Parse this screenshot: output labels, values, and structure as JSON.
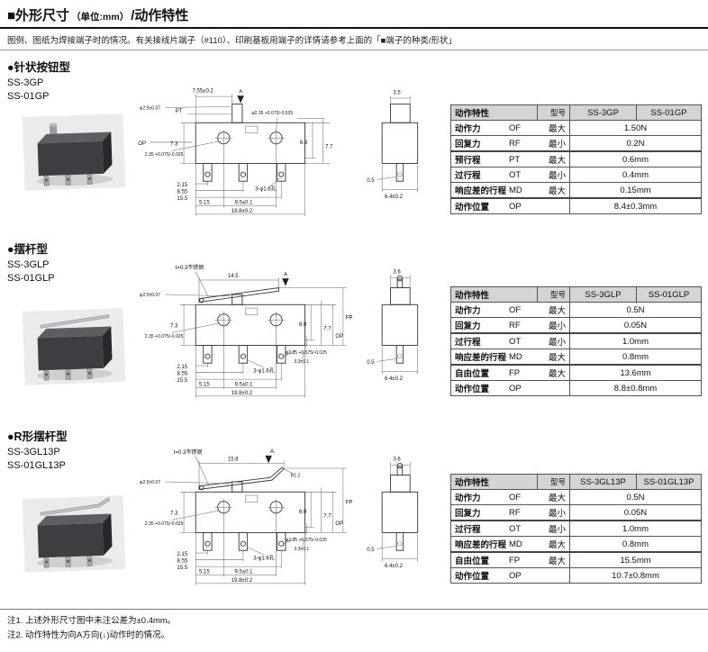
{
  "header": {
    "title": "■外形尺寸",
    "unit": "（单位:mm）",
    "suffix": "/动作特性",
    "intro": "图例、图纸为焊接端子时的情况。有关接线片端子（#110）、印刷基板用端子的详情请参考上面的「■端子的种类/形状」"
  },
  "table_labels": {
    "feature": "动作特性",
    "model": "型号"
  },
  "notes": [
    "注1. 上述外形尺寸图中未注公差为±0.4mm。",
    "注2. 动作特性为向A方向(↓)动作时的情况。"
  ],
  "sections": [
    {
      "heading": "●针状按钮型",
      "model1": "SS-3GP",
      "model2": "SS-01GP",
      "table": {
        "models": [
          "SS-3GP",
          "SS-01GP"
        ],
        "rows": [
          {
            "name": "动作力",
            "abbr": "OF",
            "limit": "最大",
            "value": "1.50N"
          },
          {
            "name": "回复力",
            "abbr": "RF",
            "limit": "最小",
            "value": "0.2N"
          },
          {
            "name": "预行程",
            "abbr": "PT",
            "limit": "最大",
            "value": "0.6mm"
          },
          {
            "name": "过行程",
            "abbr": "OT",
            "limit": "最小",
            "value": "0.4mm"
          },
          {
            "name": "响应差的行程",
            "abbr": "MD",
            "limit": "最大",
            "value": "0.15mm"
          },
          {
            "name": "动作位置",
            "abbr": "OP",
            "limit": "",
            "value": "8.4±0.3mm"
          }
        ]
      },
      "drawing": {
        "top_dim": "7.55±0.2",
        "a": "A",
        "pt": "PT",
        "op": "OP",
        "plunger_dia": "φ2.5±0.07",
        "hole_left": "2.35 +0.075/-0.025",
        "hole_right": "φ2.35 +0.075/-0.025",
        "h73": "7.3",
        "h69": "6.9",
        "h77": "7.7",
        "b1": "2.15",
        "b2": "8.55",
        "b3": "15.5",
        "m1": "5.15",
        "m2": "9.5±0.1",
        "w": "19.8±0.2",
        "holes": "3-φ1.6孔",
        "side_top": "3.5",
        "side_min": "0.5",
        "side_w": "6.4±0.2"
      }
    },
    {
      "heading": "●摆杆型",
      "model1": "SS-3GLP",
      "model2": "SS-01GLP",
      "table": {
        "models": [
          "SS-3GLP",
          "SS-01GLP"
        ],
        "rows": [
          {
            "name": "动作力",
            "abbr": "OF",
            "limit": "最大",
            "value": "0.5N"
          },
          {
            "name": "回复力",
            "abbr": "RF",
            "limit": "最小",
            "value": "0.05N"
          },
          {
            "name": "过行程",
            "abbr": "OT",
            "limit": "最小",
            "value": "1.0mm"
          },
          {
            "name": "响应差的行程",
            "abbr": "MD",
            "limit": "最大",
            "value": "0.8mm"
          },
          {
            "name": "自由位置",
            "abbr": "FP",
            "limit": "最大",
            "value": "13.6mm"
          },
          {
            "name": "动作位置",
            "abbr": "OP",
            "limit": "",
            "value": "8.8±0.8mm"
          }
        ]
      },
      "drawing": {
        "lever": "t=0.3不锈钢",
        "lever_len": "14.5",
        "a": "A",
        "plunger_dia": "φ2.5±0.07",
        "hole_left": "2.35 +0.075/-0.025",
        "hole_bottom": "φ2.35 +0.075/-0.025",
        "h73": "7.3",
        "h69": "6.9",
        "h77": "7.7",
        "d33": "3.3±0.1",
        "fp": "FP",
        "op": "OP",
        "b1": "2.15",
        "b2": "8.55",
        "b3": "15.5",
        "m1": "5.15",
        "m2": "9.5±0.1",
        "w": "19.8±0.2",
        "holes": "3-φ1.6孔",
        "side_top": "3.6",
        "side_min": "0.5",
        "side_w": "6.4±0.2"
      }
    },
    {
      "heading": "●R形摆杆型",
      "model1": "SS-3GL13P",
      "model2": "SS-01GL13P",
      "table": {
        "models": [
          "SS-3GL13P",
          "SS-01GL13P"
        ],
        "rows": [
          {
            "name": "动作力",
            "abbr": "OF",
            "limit": "最大",
            "value": "0.5N"
          },
          {
            "name": "回复力",
            "abbr": "RF",
            "limit": "最小",
            "value": "0.05N"
          },
          {
            "name": "过行程",
            "abbr": "OT",
            "limit": "最小",
            "value": "1.0mm"
          },
          {
            "name": "响应差的行程",
            "abbr": "MD",
            "limit": "最大",
            "value": "0.8mm"
          },
          {
            "name": "自由位置",
            "abbr": "FP",
            "limit": "最大",
            "value": "15.5mm"
          },
          {
            "name": "动作位置",
            "abbr": "OP",
            "limit": "",
            "value": "10.7±0.8mm"
          }
        ]
      },
      "drawing": {
        "lever": "t=0.3不锈钢",
        "lever_len": "15.8",
        "r": "R1.2",
        "a": "A",
        "plunger_dia": "φ2.5±0.07",
        "hole_left": "2.35 +0.075/-0.025",
        "hole_bottom": "φ2.35 +0.075/-0.025",
        "h73": "7.3",
        "h69": "6.9",
        "h77": "7.7",
        "d33": "3.3±0.1",
        "fp": "FP",
        "op": "OP",
        "b1": "2.15",
        "b2": "8.55",
        "b3": "15.5",
        "m1": "5.15",
        "m2": "9.5±0.1",
        "w": "19.8±0.2",
        "holes": "3-φ1.6孔",
        "side_top": "3.6",
        "side_min": "0.5",
        "side_w": "6.4±0.2"
      }
    }
  ]
}
